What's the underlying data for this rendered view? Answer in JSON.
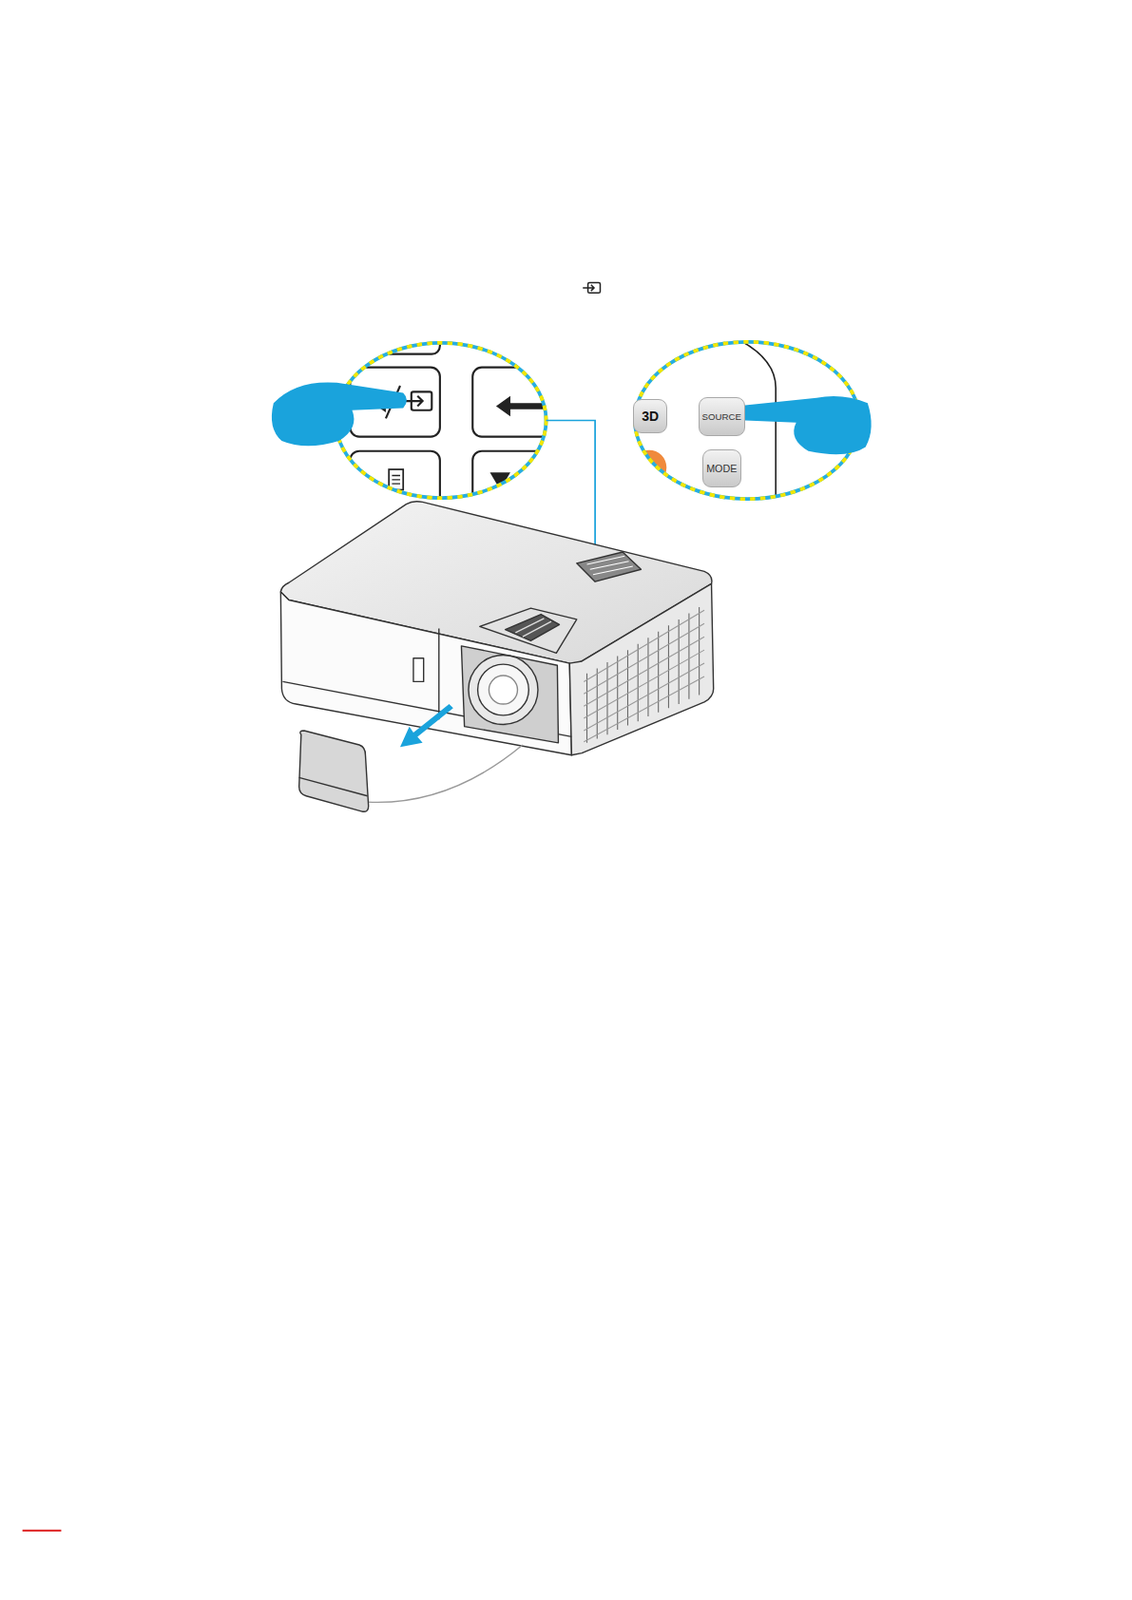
{
  "diagram": {
    "nodes": [
      {
        "text": [
          "3D"
        ]
      },
      {
        "text": [
          "SOURCE"
        ]
      },
      {
        "text": [
          "MODE"
        ]
      }
    ]
  }
}
